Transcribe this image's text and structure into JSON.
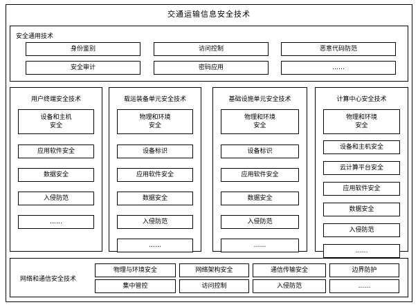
{
  "title": "交通运输信息安全技术",
  "common": {
    "title": "安全通用技术",
    "items": [
      "身份鉴别",
      "访问控制",
      "恶意代码防范",
      "安全审计",
      "密码应用",
      "……"
    ]
  },
  "columns": [
    {
      "title": "用户终端安全技术",
      "items": [
        "设备和主机\n安全",
        "应用软件安全",
        "数据安全",
        "入侵防范",
        "……"
      ]
    },
    {
      "title": "载运装备单元安全技术",
      "items": [
        "物理和环境\n安全",
        "设备标识",
        "应用软件安全",
        "数据安全",
        "入侵防范",
        "……"
      ]
    },
    {
      "title": "基础设施单元安全技术",
      "items": [
        "物理和环境\n安全",
        "设备标识",
        "应用软件安全",
        "数据安全",
        "入侵防范",
        "……"
      ]
    },
    {
      "title": "计算中心安全技术",
      "items": [
        "物理和环境\n安全",
        "设备和主机安全",
        "云计算平台安全",
        "应用软件安全",
        "数据安全",
        "入侵防范",
        "……"
      ]
    }
  ],
  "network": {
    "title": "网络和通信安全技术",
    "items": [
      "物理与环境安全",
      "网络架构安全",
      "通信传输安全",
      "边界防护",
      "集中管控",
      "访问控制",
      "入侵防范",
      "……"
    ]
  }
}
